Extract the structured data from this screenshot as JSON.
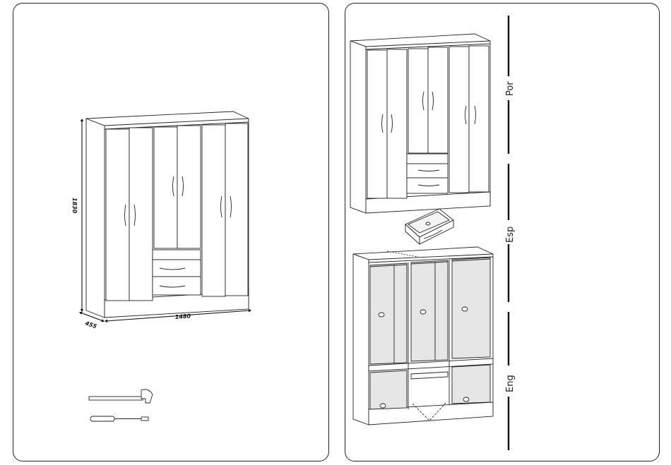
{
  "dimensions": {
    "height": "1830",
    "depth": "455",
    "width": "1480"
  },
  "languages": [
    "Por",
    "Esp",
    "Eng"
  ],
  "icons": {
    "tools": [
      "hammer-icon",
      "screwdriver-icon"
    ]
  }
}
